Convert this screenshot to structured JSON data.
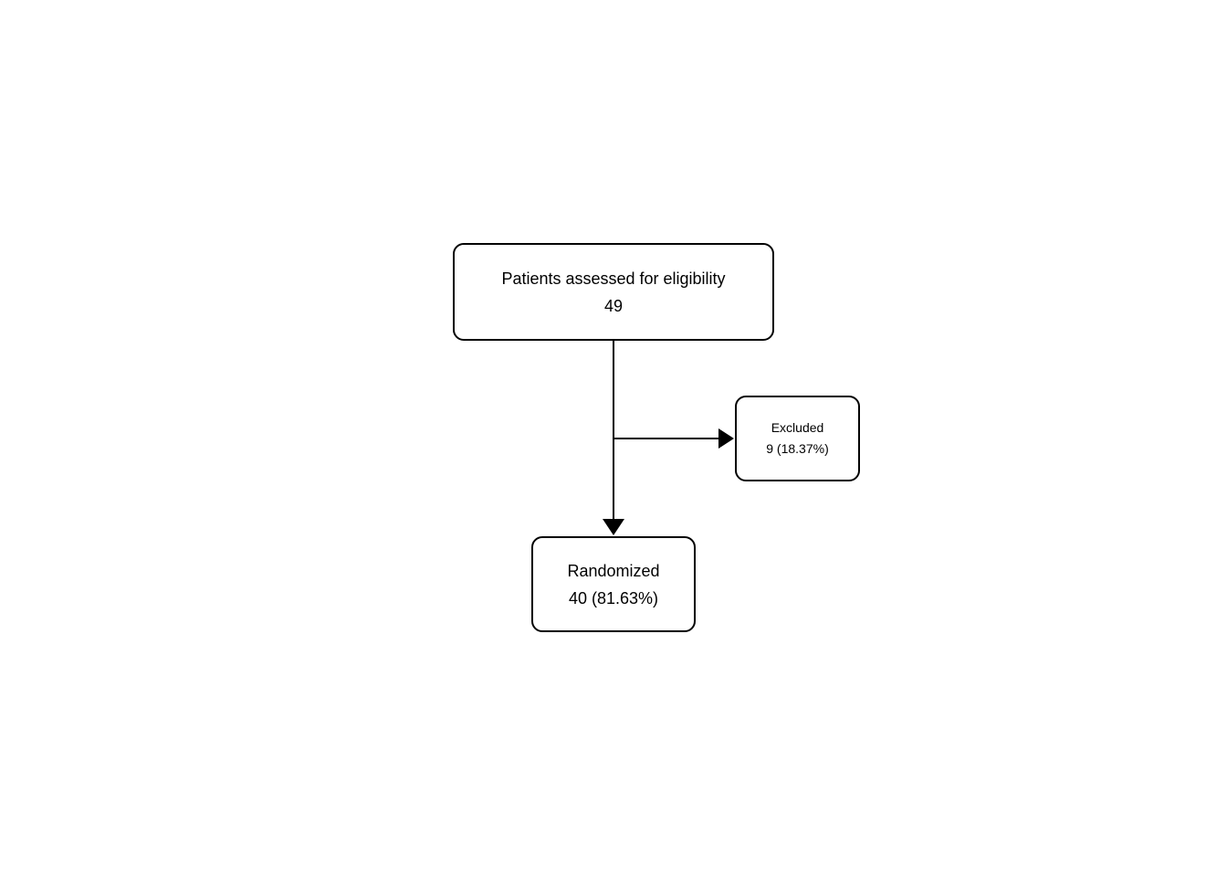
{
  "flowchart": {
    "nodes": {
      "assessed": {
        "label": "Patients assessed for eligibility",
        "value": "49"
      },
      "excluded": {
        "label": "Excluded",
        "value": "9 (18.37%)"
      },
      "randomized": {
        "label": "Randomized",
        "value": "40 (81.63%)"
      }
    },
    "colors": {
      "line": "#000000",
      "box_border": "#000000",
      "box_fill": "#ffffff",
      "text": "#000000",
      "background": "#ffffff"
    }
  }
}
